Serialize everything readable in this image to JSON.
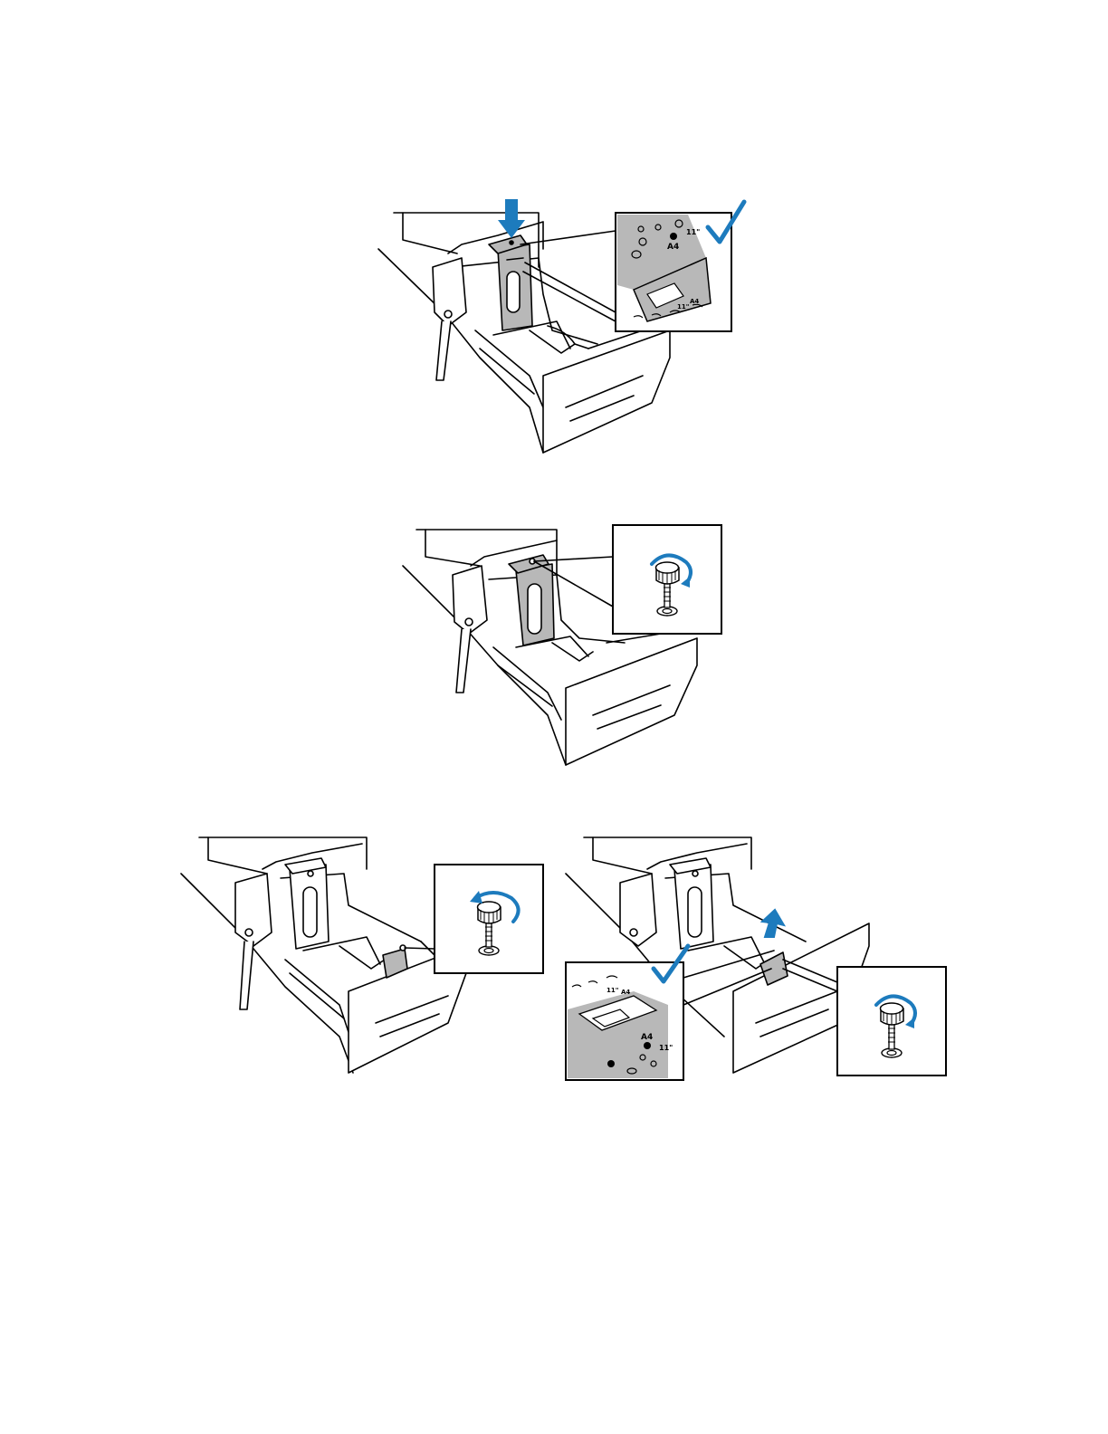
{
  "page": {
    "background": "#ffffff",
    "accent_color": "#1d7bbd",
    "line_color": "#000000",
    "panel_gray": "#b8b8b8"
  },
  "figures": [
    {
      "id": "step-1",
      "callout_labels": {
        "a4": "A4",
        "letter": "11\"",
        "a4_small": "A4",
        "letter_small": "11\""
      },
      "icons": [
        "down-arrow-icon",
        "checkmark-icon"
      ]
    },
    {
      "id": "step-2",
      "icons": [
        "thumbscrew-tighten-icon"
      ]
    },
    {
      "id": "step-3a",
      "icons": [
        "thumbscrew-loosen-icon"
      ]
    },
    {
      "id": "step-3b",
      "callout_labels": {
        "a4": "A4",
        "letter": "11\"",
        "a4_small": "A4",
        "letter_small": "11\""
      },
      "icons": [
        "up-arrow-icon",
        "checkmark-icon",
        "thumbscrew-tighten-icon"
      ]
    }
  ]
}
